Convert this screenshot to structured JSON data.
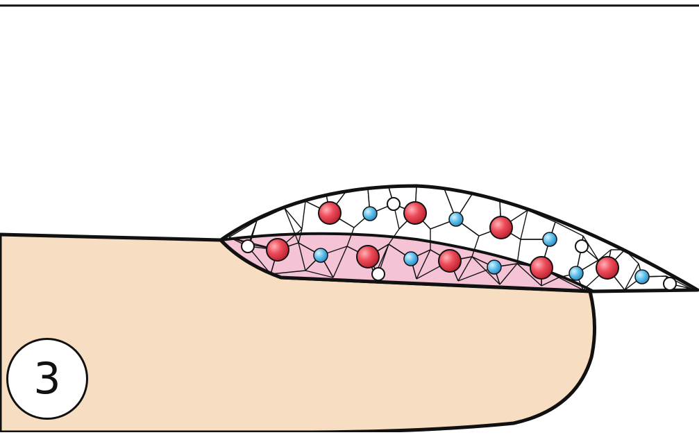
{
  "diagram": {
    "step_number": "3",
    "colors": {
      "skin": "#F7DDC2",
      "nail_bed": "#F5C3D6",
      "outline": "#111111",
      "large_node": "#E8404E",
      "small_node": "#58B8E8",
      "empty_node": "#ffffff"
    },
    "node_types": [
      "large-red-sphere",
      "small-blue-sphere",
      "hollow-circle"
    ]
  }
}
